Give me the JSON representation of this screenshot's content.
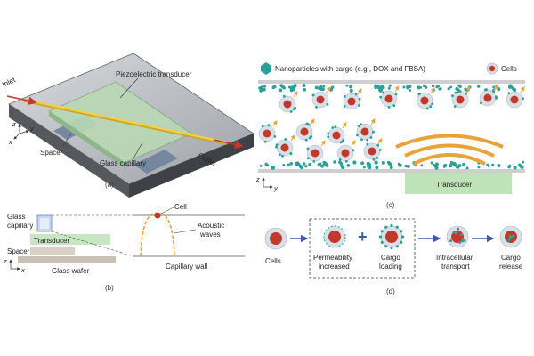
{
  "panel_a": {
    "caption": "(a)",
    "inlet": "Inlet",
    "outlet": "Outlet",
    "piezo": "Piezoelectric transducer",
    "spacer": "Spacer",
    "capillary": "Glass capillary",
    "axis_z": "z",
    "axis_y": "y",
    "axis_x": "x"
  },
  "panel_b": {
    "caption": "(b)",
    "glass_capillary_1": "Glass",
    "glass_capillary_2": "capillary",
    "transducer": "Transducer",
    "spacer": "Spacer",
    "glass_wafer": "Glass wafer",
    "cell": "Cell",
    "acoustic_1": "Acoustic",
    "acoustic_2": "waves",
    "capillary_wall": "Capillary wall",
    "axis_z": "z",
    "axis_x": "x"
  },
  "panel_c": {
    "caption": "(c)",
    "legend_np": "Nanoparticles with cargo (e.g., DOX and FBSA)",
    "legend_cells": "Cells",
    "transducer": "Transducer",
    "axis_z": "z",
    "axis_y": "y"
  },
  "panel_d": {
    "caption": "(d)",
    "cells": "Cells",
    "perm_1": "Permeability",
    "perm_2": "increased",
    "plus": "+",
    "cargo_1": "Cargo",
    "cargo_2": "loading",
    "intra_1": "Intracellular",
    "intra_2": "transport",
    "release_1": "Cargo",
    "release_2": "release"
  },
  "colors": {
    "cell_red": "#c0392b",
    "cell_membrane": "#d8dfe6",
    "nanoparticle": "#2aa198",
    "transducer_green": "#bfe3b8",
    "wave_orange": "#e8a33d",
    "arrow_blue": "#3b5ba9",
    "capillary_yellow": "#f2d04b"
  }
}
